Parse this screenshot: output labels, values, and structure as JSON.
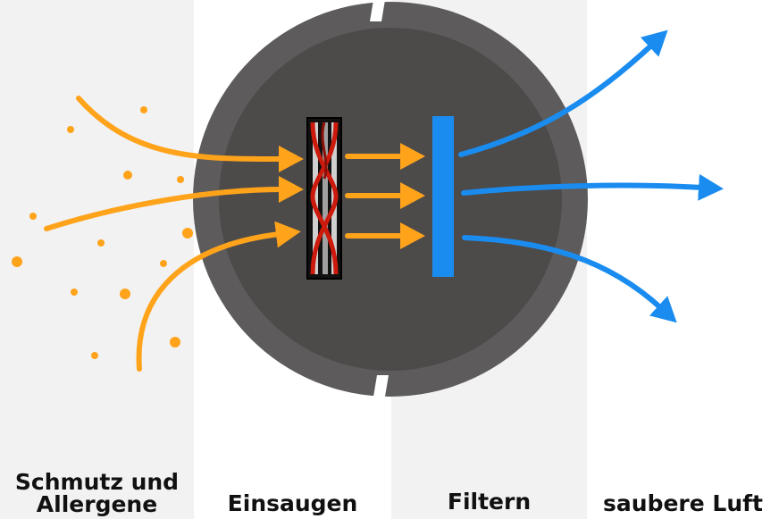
{
  "stages": [
    {
      "id": "dirt",
      "label": "Schmutz und\nAllergene"
    },
    {
      "id": "suction",
      "label": "Einsaugen"
    },
    {
      "id": "filter",
      "label": "Filtern"
    },
    {
      "id": "clean",
      "label": "saubere Luft"
    }
  ],
  "colors": {
    "dirty_air": "#ffa31a",
    "clean_air": "#1a8cf0",
    "device_body": "#4d4a4a",
    "device_rim": "#5d5b5b",
    "filter": "#1a8cf0",
    "intake_red": "#cc1a0d",
    "background_alt": "#f2f2f2"
  }
}
